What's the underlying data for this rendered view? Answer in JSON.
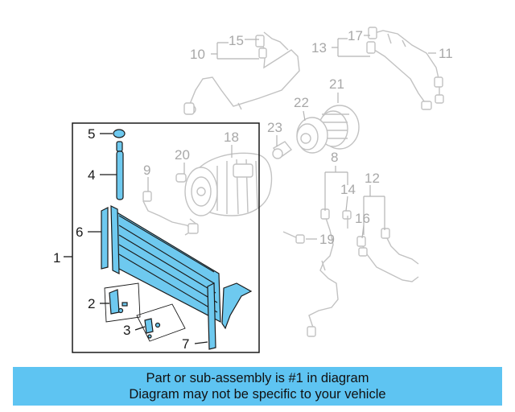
{
  "callouts": {
    "c1": "1",
    "c2": "2",
    "c3": "3",
    "c4": "4",
    "c5": "5",
    "c6": "6",
    "c7": "7",
    "c8": "8",
    "c9": "9",
    "c10": "10",
    "c11": "11",
    "c12": "12",
    "c13": "13",
    "c14": "14",
    "c15": "15",
    "c16": "16",
    "c17": "17",
    "c18": "18",
    "c19": "19",
    "c20": "20",
    "c21": "21",
    "c22": "22",
    "c23": "23"
  },
  "highlighted_part": "1",
  "colors": {
    "highlight": "#6ec9ef",
    "notice_background": "#5ec4f2",
    "ghost_line": "#c2c2c2"
  },
  "notice": {
    "line1": "Part or sub-assembly is #1 in diagram",
    "line2": "Diagram may not be specific to your vehicle"
  }
}
